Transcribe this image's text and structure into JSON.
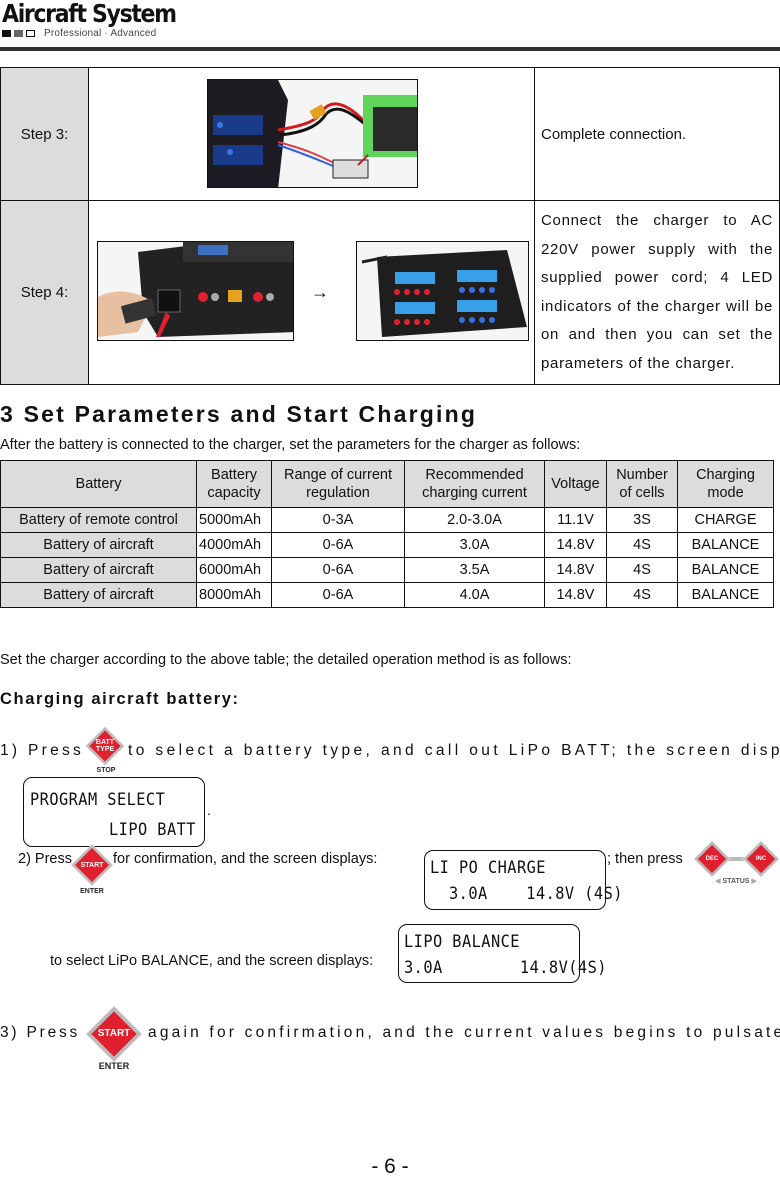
{
  "header": {
    "brand": "Aircraft System",
    "tagline": "Professional · Advanced"
  },
  "steps": [
    {
      "label": "Step 3:",
      "image": "charger-connected-to-green-battery-photo",
      "description": "Complete connection."
    },
    {
      "label": "Step 4:",
      "images": [
        "power-cord-insertion-photo",
        "charger-four-displays-photo"
      ],
      "arrow": "→",
      "description": "Connect the charger to AC 220V power supply with the supplied power cord; 4 LED indicators of the charger will be on and then you can set the parameters of the charger."
    }
  ],
  "section": {
    "title": "3 Set Parameters and Start Charging",
    "intro": "After the battery is connected to the charger, set the parameters for the charger as follows:"
  },
  "params_table": {
    "headers": [
      "Battery",
      "Battery capacity",
      "Range of current regulation",
      "Recommended charging current",
      "Voltage",
      "Number of cells",
      "Charging mode"
    ],
    "rows": [
      [
        "Battery of remote control",
        "5000mAh",
        "0-3A",
        "2.0-3.0A",
        "11.1V",
        "3S",
        "CHARGE"
      ],
      [
        "Battery of aircraft",
        "4000mAh",
        "0-6A",
        "3.0A",
        "14.8V",
        "4S",
        "BALANCE"
      ],
      [
        "Battery of aircraft",
        "6000mAh",
        "0-6A",
        "3.5A",
        "14.8V",
        "4S",
        "BALANCE"
      ],
      [
        "Battery of aircraft",
        "8000mAh",
        "0-6A",
        "4.0A",
        "14.8V",
        "4S",
        "BALANCE"
      ]
    ]
  },
  "instructions": {
    "set_text": "Set the charger according to the above table; the detailed operation method is as follows:",
    "subheading": "Charging aircraft battery:",
    "step1": {
      "prefix": "1) Press",
      "text": "to select a battery type, and call out LiPo BATT; the screen displays:",
      "button": {
        "top": "BATT",
        "bottom": "TYPE",
        "sublabel": "STOP"
      },
      "lcd": {
        "line1": "PROGRAM SELECT",
        "line2": "LIPO BATT"
      },
      "end": "."
    },
    "step2": {
      "prefix": "2)  Press",
      "text": "for confirmation, and the screen displays:",
      "button": {
        "label": "START",
        "sublabel": "ENTER"
      },
      "lcd1": {
        "line1": "LI PO CHARGE",
        "line2": "3.0A    14.8V (4S)"
      },
      "then": "; then press",
      "dec_button": "DEC",
      "inc_button": "INC",
      "status_label": "STATUS",
      "text2": "to select LiPo BALANCE, and the screen displays:",
      "lcd2": {
        "line1": "LIPO BALANCE",
        "line2": "3.0A        14.8V(4S)"
      },
      "end": "."
    },
    "step3": {
      "prefix": "3) Press",
      "text": "again for confirmation, and the current values begins to pulsate:",
      "button": {
        "label": "START",
        "sublabel": "ENTER"
      }
    }
  },
  "colors": {
    "button_red": "#e0202e",
    "cell_gray": "#dcdcdc",
    "battery_green": "#5fd35a"
  },
  "footer": {
    "page_number": "- 6 -"
  }
}
